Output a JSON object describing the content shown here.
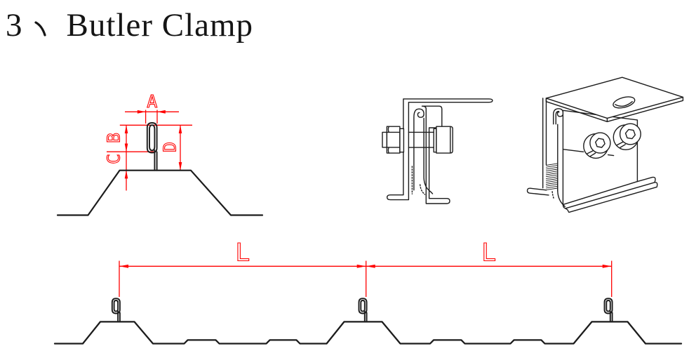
{
  "title": {
    "number": "3",
    "separator": "、",
    "text": "Butler Clamp"
  },
  "colors": {
    "dimension_red": "#ff0000",
    "line_black": "#1c1c1c",
    "background": "#ffffff"
  },
  "seam_profile": {
    "dim_width_top": "A",
    "dim_upper_height": "B",
    "dim_lower_height": "C",
    "dim_total_height": "D"
  },
  "panel_pitch": {
    "dim_span_left": "L",
    "dim_span_right": "L"
  }
}
